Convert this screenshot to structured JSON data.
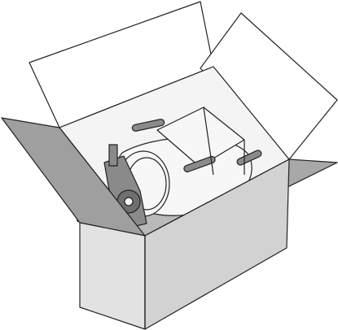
{
  "colors": {
    "background": "#ffffff",
    "outline": "#222222",
    "box_front": "#e2e2e2",
    "box_right": "#d2d2d2",
    "flap_top": "#ffffff",
    "flap_left": "#9f9f9f",
    "flap_right": "#a8a8a8",
    "interior_back": "#f4f4f4",
    "interior_side": "#d9d9d9",
    "interior_floor": "#b9b9b9",
    "drum": "#f7f7f7",
    "metal": "#8a8a8a",
    "pulley": "#6f6f6f"
  },
  "icons": [
    "open-cardboard-box",
    "washer-drum-unit",
    "drum-frame-bracket",
    "motor-pulley"
  ]
}
